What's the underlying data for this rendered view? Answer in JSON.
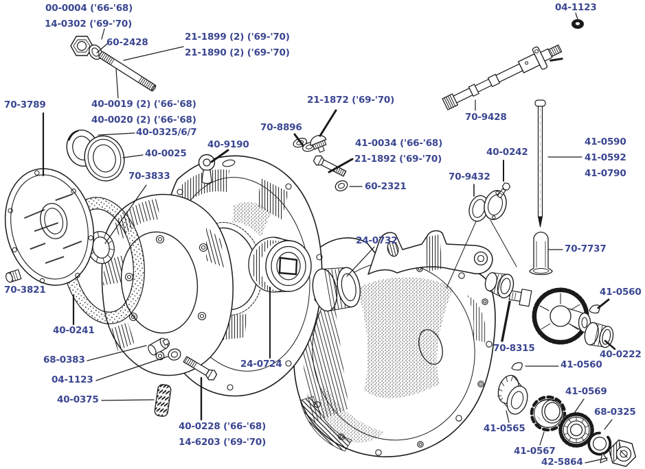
{
  "diagram": {
    "type": "exploded-parts-diagram",
    "subject": "Engine crankcase exploded view with part numbers",
    "background_color": "#ffffff",
    "label_color": "#3b4691",
    "line_color": "#1a1a1a",
    "labels": [
      {
        "id": "00-0004",
        "text": "00-0004 ('66-'68)"
      },
      {
        "id": "14-0302",
        "text": "14-0302 ('69-'70)"
      },
      {
        "id": "60-2428",
        "text": "60-2428"
      },
      {
        "id": "21-1899",
        "text": "21-1899 (2) ('69-'70)"
      },
      {
        "id": "21-1890",
        "text": "21-1890 (2) ('69-'70)"
      },
      {
        "id": "04-1123-top",
        "text": "04-1123"
      },
      {
        "id": "70-3789",
        "text": "70-3789"
      },
      {
        "id": "40-0019",
        "text": "40-0019 (2) ('66-'68)"
      },
      {
        "id": "40-0020",
        "text": "40-0020 (2) ('66-'68)"
      },
      {
        "id": "40-0325-6-7",
        "text": "40-0325/6/7"
      },
      {
        "id": "21-1872",
        "text": "21-1872 ('69-'70)"
      },
      {
        "id": "70-8896",
        "text": "70-8896"
      },
      {
        "id": "40-9190",
        "text": "40-9190"
      },
      {
        "id": "40-0025",
        "text": "40-0025"
      },
      {
        "id": "41-0034",
        "text": "41-0034 ('66-'68)"
      },
      {
        "id": "21-1892",
        "text": "21-1892 ('69-'70)"
      },
      {
        "id": "70-9428",
        "text": "70-9428"
      },
      {
        "id": "41-0590",
        "text": "41-0590"
      },
      {
        "id": "41-0592",
        "text": "41-0592"
      },
      {
        "id": "41-0790",
        "text": "41-0790"
      },
      {
        "id": "40-0242",
        "text": "40-0242"
      },
      {
        "id": "70-3833",
        "text": "70-3833"
      },
      {
        "id": "70-9432",
        "text": "70-9432"
      },
      {
        "id": "60-2321",
        "text": "60-2321"
      },
      {
        "id": "24-0732",
        "text": "24-0732"
      },
      {
        "id": "70-7737",
        "text": "70-7737"
      },
      {
        "id": "70-3821",
        "text": "70-3821"
      },
      {
        "id": "41-0560-upper",
        "text": "41-0560"
      },
      {
        "id": "40-0241",
        "text": "40-0241"
      },
      {
        "id": "24-0724",
        "text": "24-0724"
      },
      {
        "id": "70-8315",
        "text": "70-8315"
      },
      {
        "id": "40-0222",
        "text": "40-0222"
      },
      {
        "id": "68-0383",
        "text": "68-0383"
      },
      {
        "id": "41-0560-lower",
        "text": "41-0560"
      },
      {
        "id": "04-1123-lower",
        "text": "04-1123"
      },
      {
        "id": "40-0375",
        "text": "40-0375"
      },
      {
        "id": "41-0569",
        "text": "41-0569"
      },
      {
        "id": "68-0325",
        "text": "68-0325"
      },
      {
        "id": "41-0565",
        "text": "41-0565"
      },
      {
        "id": "40-0228",
        "text": "40-0228 ('66-'68)"
      },
      {
        "id": "14-6203",
        "text": "14-6203 ('69-'70)"
      },
      {
        "id": "41-0567",
        "text": "41-0567"
      },
      {
        "id": "42-5864",
        "text": "42-5864"
      }
    ]
  }
}
